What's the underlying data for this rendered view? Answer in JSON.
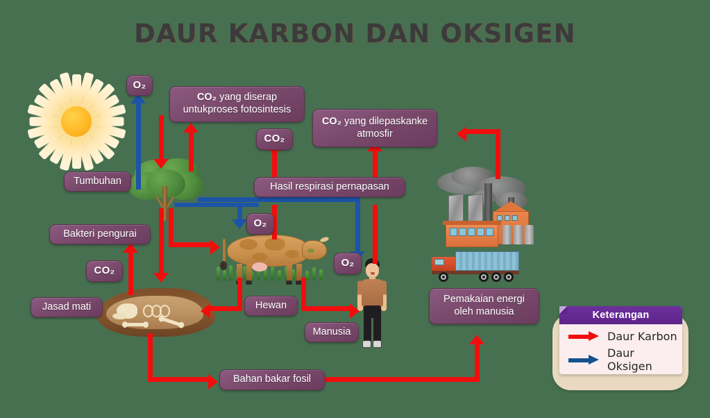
{
  "page": {
    "title": "DAUR KARBON DAN OKSIGEN",
    "background_color": "#477050",
    "carbon_arrow_color": "#f20d0d",
    "oxygen_arrow_color": "#1d54a8",
    "label_box_color": "#7a4a6d"
  },
  "labels": {
    "o2_plant": "O₂",
    "co2_photosynthesis": "CO₂ yang diserap untuk\nproses fotosintesis",
    "co2_small": "CO₂",
    "co2_released": "CO₂ yang dilepaskan\nke atmosfir",
    "respiration": "Hasil respirasi pernapasan",
    "plant": "Tumbuhan",
    "decomposer_bacteria": "Bakteri pengurai",
    "co2_decomposer": "CO₂",
    "dead_matter": "Jasad mati",
    "o2_animal": "O₂",
    "o2_human": "O₂",
    "animal": "Hewan",
    "human": "Manusia",
    "energy_use": "Pemakaian energi\noleh manusia",
    "fossil_fuel": "Bahan bakar fosil"
  },
  "legend": {
    "title": "Keterangan",
    "items": [
      {
        "label": "Daur Karbon",
        "color": "#f20d0d"
      },
      {
        "label": "Daur Oksigen",
        "color": "#14538f"
      }
    ]
  },
  "illustrations": {
    "sun": "sun-icon",
    "tree": "tree-icon",
    "cow": "cow-icon",
    "person": "person-icon",
    "dead_matter": "bones-pile-icon",
    "factory": "factory-icon",
    "truck": "truck-icon"
  }
}
